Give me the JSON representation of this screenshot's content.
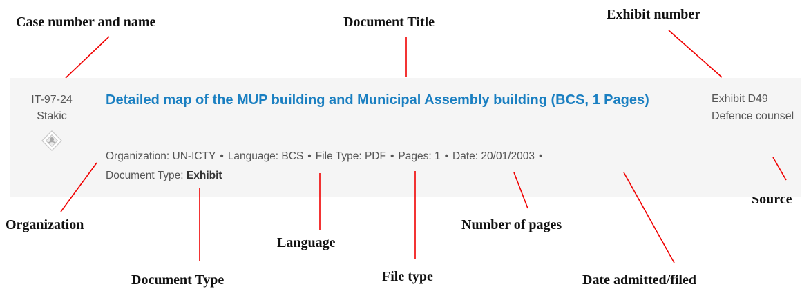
{
  "annotations": {
    "case": "Case number and name",
    "title": "Document Title",
    "exhibit": "Exhibit number",
    "organization": "Organization",
    "language": "Language",
    "doc_type": "Document Type",
    "file_type": "File type",
    "pages": "Number of pages",
    "date": "Date admitted/filed",
    "source": "Source"
  },
  "record": {
    "case_number": "IT-97-24",
    "case_name": "Stakic",
    "title": "Detailed map of the MUP building and Municipal Assembly building (BCS, 1 Pages)",
    "meta": {
      "organization_label": "Organization:",
      "organization": "UN-ICTY",
      "language_label": "Language:",
      "language": "BCS",
      "file_type_label": "File Type:",
      "file_type": "PDF",
      "pages_label": "Pages:",
      "pages": "1",
      "date_label": "Date:",
      "date": "20/01/2003",
      "doc_type_label": "Document Type:",
      "doc_type": "Exhibit"
    },
    "exhibit": "Exhibit D49",
    "source": "Defence counsel"
  },
  "colors": {
    "annotation_line": "#f00000",
    "title_link": "#1a7fc1",
    "card_bg": "#f5f5f5"
  }
}
